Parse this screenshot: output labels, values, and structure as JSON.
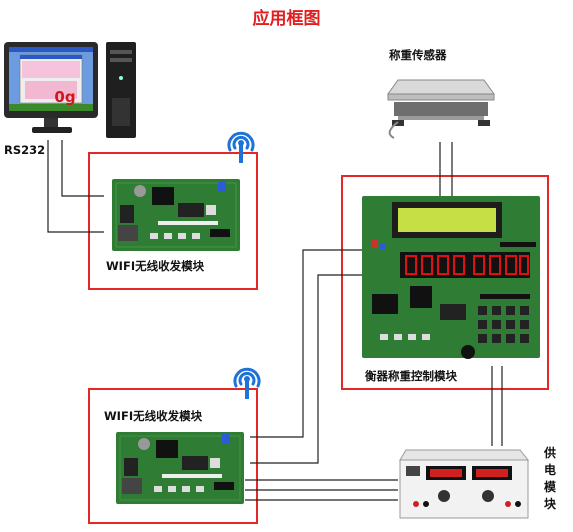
{
  "title": "应用框图",
  "labels": {
    "rs232": "RS232",
    "wifi_module_top": "WIFI无线收发模块",
    "wifi_module_bottom": "WIFI无线收发模块",
    "sensor": "称重传感器",
    "controller": "衡器称重控制模块",
    "power_supply": "供电模块"
  },
  "pc_screen": {
    "reading": "0g"
  },
  "colors": {
    "frame": "#e42828",
    "title": "#e02020",
    "pcb": "#2f7d34",
    "lcd": "#c6df45",
    "led_digit": "#e01010"
  }
}
